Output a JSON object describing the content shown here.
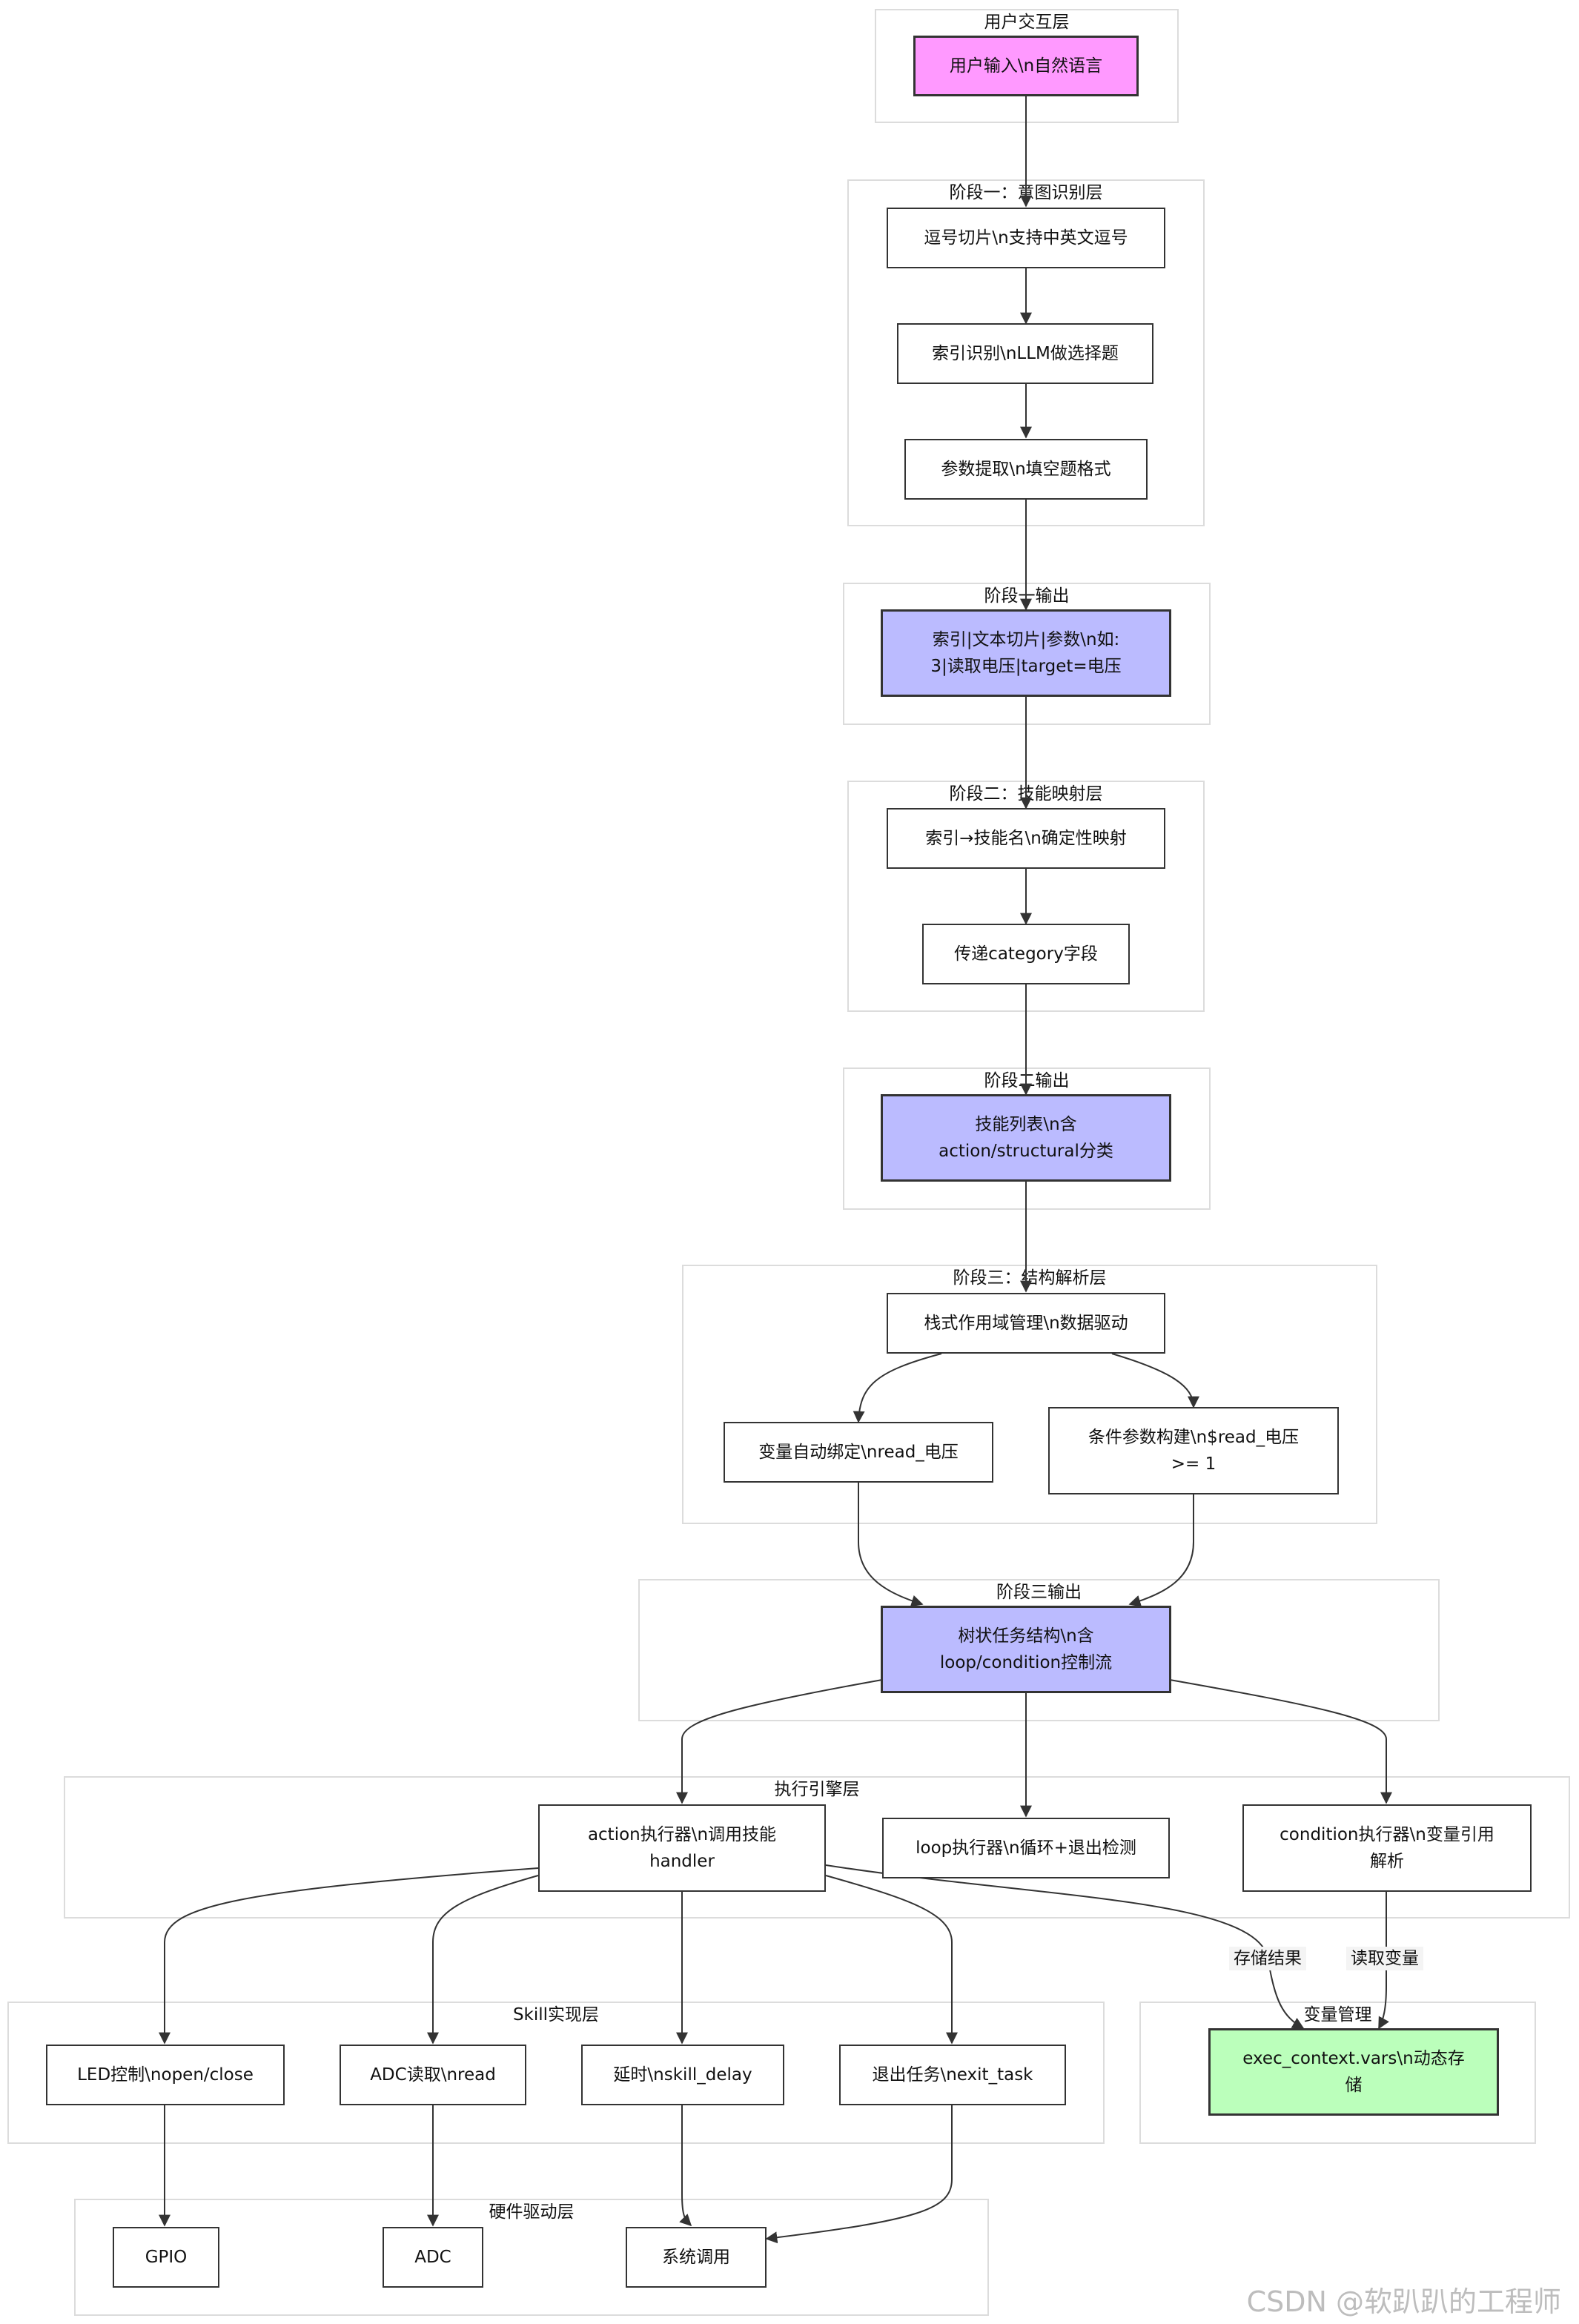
{
  "groups": {
    "user": "用户交互层",
    "stage1": "阶段一：意图识别层",
    "stage1_out": "阶段一输出",
    "stage2": "阶段二：技能映射层",
    "stage2_out": "阶段二输出",
    "stage3": "阶段三：结构解析层",
    "stage3_out": "阶段三输出",
    "engine": "执行引擎层",
    "skill": "Skill实现层",
    "vars": "变量管理",
    "hw": "硬件驱动层"
  },
  "nodes": {
    "user_input": "用户输入\\n自然语言",
    "comma_split": "逗号切片\\n支持中英文逗号",
    "index_recog": "索引识别\\nLLM做选择题",
    "param_extract": "参数提取\\n填空题格式",
    "stage1_result": "索引|文本切片|参数\\n如:\n3|读取电压|target=电压",
    "index_map": "索引→技能名\\n确定性映射",
    "pass_category": "传递category字段",
    "stage2_result": "技能列表\\n含\naction/structural分类",
    "stack_scope": "栈式作用域管理\\n数据驱动",
    "var_bind": "变量自动绑定\\nread_电压",
    "cond_build": "条件参数构建\\n$read_电压\n>= 1",
    "stage3_result": "树状任务结构\\n含\nloop/condition控制流",
    "action_exec": "action执行器\\n调用技能\nhandler",
    "loop_exec": "loop执行器\\n循环+退出检测",
    "cond_exec": "condition执行器\\n变量引用\n解析",
    "led": "LED控制\\nopen/close",
    "adc_read": "ADC读取\\nread",
    "delay": "延时\\nskill_delay",
    "exit_task": "退出任务\\nexit_task",
    "exec_context": "exec_context.vars\\n动态存\n储",
    "gpio": "GPIO",
    "adc": "ADC",
    "syscall": "系统调用"
  },
  "edge_labels": {
    "store_result": "存储结果",
    "read_var": "读取变量"
  },
  "watermark": "CSDN @软趴趴的工程师",
  "colors": {
    "input": "#ff99ff",
    "stage_output": "#bbbbff",
    "storage": "#bbffbb"
  }
}
